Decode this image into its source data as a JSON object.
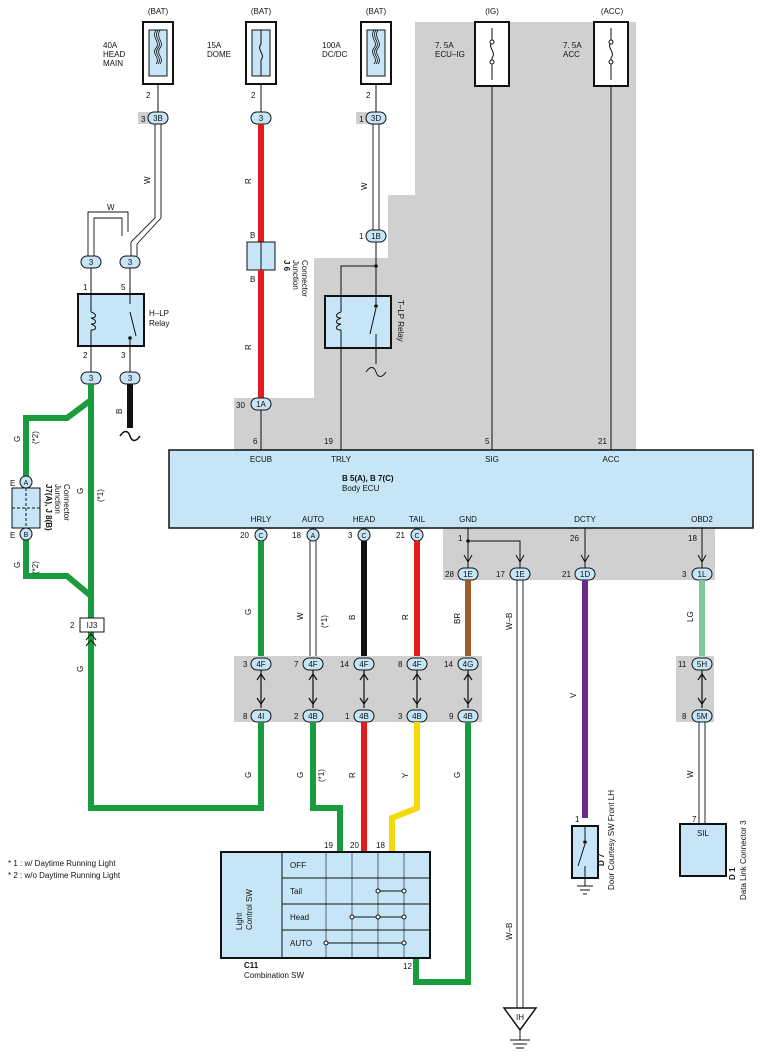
{
  "fuses": [
    {
      "source": "(BAT)",
      "rating": "40A",
      "name1": "HEAD",
      "name2": "MAIN",
      "pin": "2"
    },
    {
      "source": "(BAT)",
      "rating": "15A",
      "name1": "DOME",
      "name2": "",
      "pin": "2"
    },
    {
      "source": "(BAT)",
      "rating": "100A",
      "name1": "DC/DC",
      "name2": "",
      "pin": "2"
    },
    {
      "source": "(IG)",
      "rating": "7. 5A",
      "name1": "ECU–IG",
      "name2": ""
    },
    {
      "source": "(ACC)",
      "rating": "7. 5A",
      "name1": "ACC",
      "name2": ""
    }
  ],
  "junction_blocks": {
    "jb1": {
      "pin": "3",
      "id": "3B"
    },
    "jb2": {
      "id": "3"
    },
    "jb3": {
      "pin": "1",
      "id": "3D"
    }
  },
  "wire_colors": {
    "w1": "W",
    "w2": "W",
    "w3": "R",
    "w4": "B",
    "w5": "B",
    "w6": "R",
    "w7": "W",
    "w8": "B"
  },
  "junction_j6": {
    "pin": "B",
    "id": "J 6",
    "name1": "Junction",
    "name2": "Connector",
    "pin2": "B"
  },
  "connector_1b": {
    "pin": "1",
    "id": "1B"
  },
  "relays": {
    "hlp": {
      "name1": "H–LP",
      "name2": "Relay",
      "pin_tl": "1",
      "pin_tr": "5",
      "pin_bl": "2",
      "pin_br": "3",
      "top_l": "3",
      "top_r": "3",
      "bot_l": "3",
      "bot_r": "3"
    },
    "tlp": {
      "name": "T–LP Relay"
    }
  },
  "ecu": {
    "name1": "B 5(A), B 7(C)",
    "name2": "Body ECU",
    "top_terms": [
      {
        "label": "ECUB",
        "pin": "6"
      },
      {
        "label": "TRLY",
        "pin": "19"
      },
      {
        "label": "SIG",
        "pin": "5"
      },
      {
        "label": "ACC",
        "pin": "21"
      }
    ],
    "in_conn": {
      "pin": "30",
      "id": "1A"
    },
    "bottom_terms": [
      {
        "label": "HRLY",
        "pin": "20",
        "id": "C"
      },
      {
        "label": "AUTO",
        "pin": "18",
        "id": "A"
      },
      {
        "label": "HEAD",
        "pin": "3",
        "id": "C"
      },
      {
        "label": "TAIL",
        "pin": "21",
        "id": "C"
      },
      {
        "label": "GND",
        "pin": "1",
        "id": ""
      },
      {
        "label": "DCTY",
        "pin": "26",
        "id": ""
      },
      {
        "label": "OBD2",
        "pin": "18",
        "id": ""
      }
    ]
  },
  "lower_conn": [
    {
      "pin": "28",
      "id": "1E"
    },
    {
      "pin": "17",
      "id": "1E"
    },
    {
      "pin": "21",
      "id": "1D"
    },
    {
      "pin": "3",
      "id": "1L"
    }
  ],
  "lower_wires": {
    "g1": "G",
    "w": "W",
    "r1": "R",
    "b": "B",
    "r2": "R",
    "br": "BR",
    "wb": "W–B",
    "v": "V",
    "lg": "LG",
    "note": "(*1)"
  },
  "mid_row1": [
    {
      "pin": "3",
      "id": "4F"
    },
    {
      "pin": "7",
      "id": "4F"
    },
    {
      "pin": "14",
      "id": "4F"
    },
    {
      "pin": "8",
      "id": "4F"
    },
    {
      "pin": "14",
      "id": "4G"
    },
    {
      "pin": "11",
      "id": "5H"
    }
  ],
  "mid_row2": [
    {
      "pin": "8",
      "id": "4I"
    },
    {
      "pin": "2",
      "id": "4B"
    },
    {
      "pin": "1",
      "id": "4B"
    },
    {
      "pin": "3",
      "id": "4B"
    },
    {
      "pin": "9",
      "id": "4B"
    },
    {
      "pin": "8",
      "id": "5M"
    }
  ],
  "lower2_wires": {
    "g1": "G",
    "g2": "G",
    "note": "(*1)",
    "r": "R",
    "y": "Y",
    "g3": "G",
    "w": "W"
  },
  "left_side": {
    "g_top": "G",
    "note2a": "(*2)",
    "note1": "(*1)",
    "g_mid": "G",
    "conn_a": "A",
    "conn_b": "B",
    "e1": "E",
    "e2": "E",
    "j7name1": "J7(A), J 8(B)",
    "j7name2": "Junction",
    "j7name3": "Connector",
    "note2b": "(*2)",
    "g_bot": "G",
    "ij3pin": "2",
    "ij3": "IJ3",
    "g_long": "G"
  },
  "switch": {
    "id": "C11",
    "name": "Combination SW",
    "side1": "Light",
    "side2": "Control SW",
    "rows": [
      "OFF",
      "Tail",
      "Head",
      "AUTO"
    ],
    "pin19": "19",
    "pin20": "20",
    "pin18": "18",
    "pin12": "12"
  },
  "door": {
    "pin": "1",
    "id": "D 7",
    "name": "Door Courtesy SW Front LH"
  },
  "dlc": {
    "pin": "7",
    "label": "SIL",
    "id": "D 1",
    "name": "Data Link Connector 3"
  },
  "ground": {
    "label": "IH",
    "wire": "W–B"
  },
  "legend": [
    "* 1 : w/ Daytime Running Light",
    "* 2 : w/o Daytime Running Light"
  ],
  "colors": {
    "red": "#e31d1d",
    "green": "#1a9b3e",
    "black": "#111111",
    "yellow": "#f5d90a",
    "brown": "#a05a2c",
    "violet": "#6a2b8c",
    "lightgreen": "#7ec89a",
    "grey": "#d0d0d0",
    "blue": "#c6e6f7"
  }
}
